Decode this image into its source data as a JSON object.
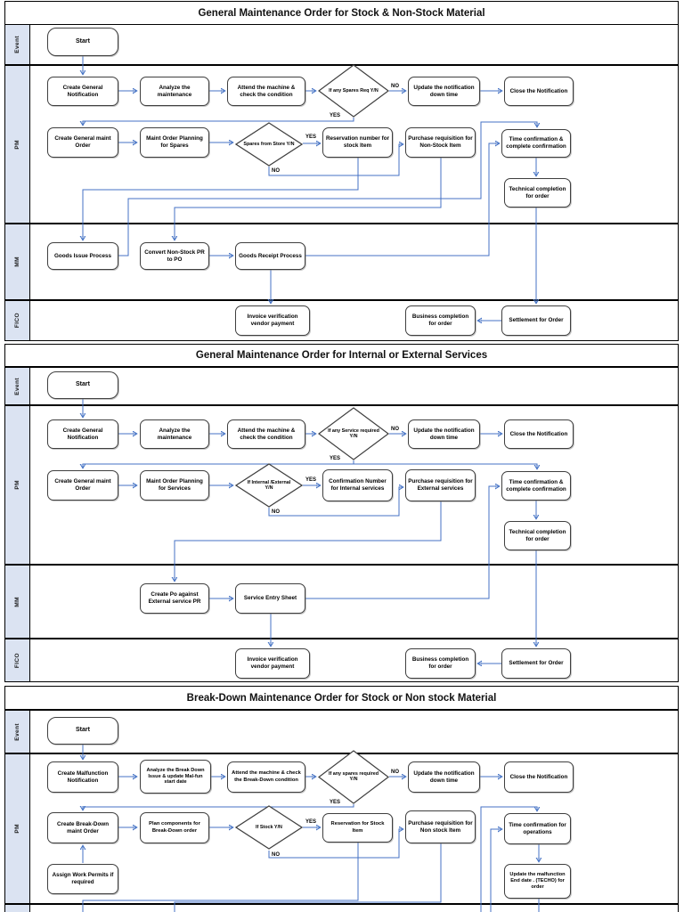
{
  "colors": {
    "connector": "#4472c4",
    "lane_fill": "#dbe3f2",
    "lane_border": "#000000",
    "box_border": "#3f3f3f"
  },
  "diagrams": [
    {
      "title": "General Maintenance Order for Stock & Non-Stock Material",
      "lanes": [
        "Event",
        "PM",
        "MM",
        "FICO"
      ],
      "labels": {
        "yes": "YES",
        "no": "NO"
      },
      "nodes": {
        "start": "Start",
        "create_notification": "Create General Notification",
        "analyze": "Analyze the maintenance",
        "attend": "Attend the machine & check the condition",
        "d_spares": "If any Spares Req Y/N",
        "update_notif": "Update the notification down time",
        "close_notif": "Close the Notification",
        "create_order": "Create General maint Order",
        "planning": "Maint Order Planning for Spares",
        "d_store": "Spares from Store Y/N",
        "reservation": "Reservation number for stock Item",
        "purchase": "Purchase requisition for Non-Stock Item",
        "time_conf": "Time confirmation & complete confirmation",
        "tech_completion": "Technical completion for order",
        "goods_issue": "Goods Issue Process",
        "convert": "Convert Non-Stock PR to PO",
        "goods_receipt": "Goods Receipt Process",
        "invoice": "Invoice verification vendor payment",
        "business": "Business completion for order",
        "settlement": "Settlement for Order"
      }
    },
    {
      "title": "General Maintenance Order for Internal or External Services",
      "lanes": [
        "Event",
        "PM",
        "MM",
        "FICO"
      ],
      "labels": {
        "yes": "YES",
        "no": "NO"
      },
      "nodes": {
        "start": "Start",
        "create_notification": "Create General Notification",
        "analyze": "Analyze the maintenance",
        "attend": "Attend the machine & check the condition",
        "d_service": "If any Service required Y/N",
        "update_notif": "Update the notification down time",
        "close_notif": "Close the Notification",
        "create_order": "Create General maint Order",
        "planning": "Maint Order Planning for Services",
        "d_internal": "If Internal /External Y/N",
        "confirmation": "Confirmation Number for Internal services",
        "purchase": "Purchase requisition for External services",
        "time_conf": "Time confirmation & complete confirmation",
        "tech_completion": "Technical completion for order",
        "create_po": "Create Po against External service PR",
        "service_entry": "Service Entry Sheet",
        "invoice": "Invoice verification vendor payment",
        "business": "Business completion for order",
        "settlement": "Settlement for Order"
      }
    },
    {
      "title": "Break-Down Maintenance Order for Stock or Non stock Material",
      "lanes": [
        "Event",
        "PM"
      ],
      "labels": {
        "yes": "YES",
        "no": "NO"
      },
      "nodes": {
        "start": "Start",
        "create_malfunction": "Create Malfunction Notification",
        "analyze_bd": "Analyze the Break Down Issue & update Mal-fun start date",
        "attend_bd": "Attend the machine & check the Break-Down condition",
        "d_spares": "If any spares required Y/N",
        "update_notif": "Update the notification down time",
        "close_notif": "Close the Notification",
        "create_bd_order": "Create Break-Down maint Order",
        "plan_components": "Plan components for Break-Down order",
        "d_stock": "If Stock Y/N",
        "reservation": "Reservation for Stock Item",
        "purchase": "Purchase requisition for Non stock Item",
        "time_conf_ops": "Time confirmation for operations",
        "assign_permits": "Assign Work Permits if required",
        "update_malfunction": "Update the malfunction End date . (TECHO) for order"
      }
    }
  ]
}
